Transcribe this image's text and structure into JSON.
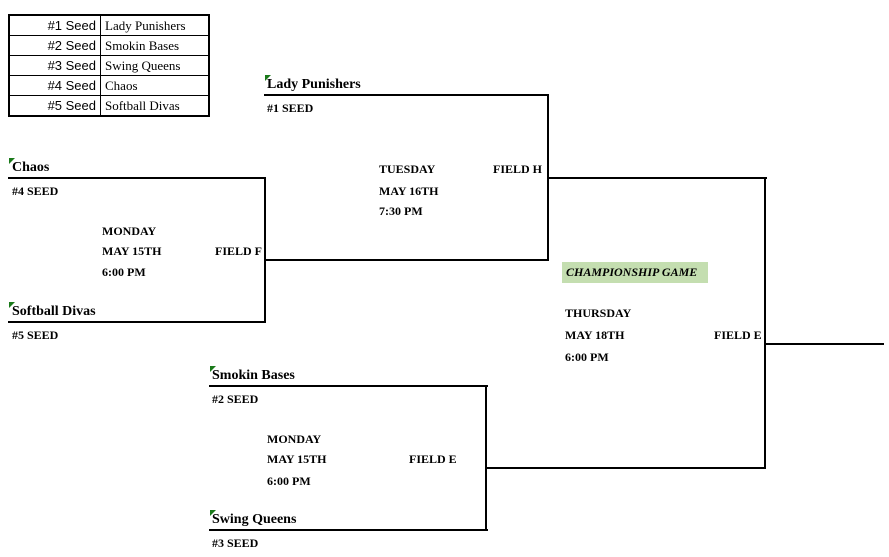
{
  "seed_table": [
    {
      "seed": "#1 Seed",
      "team": "Lady Punishers"
    },
    {
      "seed": "#2 Seed",
      "team": "Smokin Bases"
    },
    {
      "seed": "#3 Seed",
      "team": "Swing Queens"
    },
    {
      "seed": "#4 Seed",
      "team": "Chaos"
    },
    {
      "seed": "#5 Seed",
      "team": "Softball Divas"
    }
  ],
  "bracket": {
    "game1": {
      "team_a": "Chaos",
      "seed_a": "#4 SEED",
      "team_b": "Softball Divas",
      "seed_b": "#5 SEED",
      "day": "MONDAY",
      "date": "MAY 15TH",
      "time": "6:00 PM",
      "field": "FIELD F"
    },
    "game2": {
      "team_a": "Smokin Bases",
      "seed_a": "#2 SEED",
      "team_b": "Swing Queens",
      "seed_b": "#3 SEED",
      "day": "MONDAY",
      "date": "MAY 15TH",
      "time": "6:00 PM",
      "field": "FIELD E"
    },
    "game3": {
      "team_a": "Lady Punishers",
      "seed_a": "#1 SEED",
      "day": "TUESDAY",
      "date": "MAY 16TH",
      "time": "7:30 PM",
      "field": "FIELD H"
    },
    "final": {
      "label": "CHAMPIONSHIP GAME",
      "day": "THURSDAY",
      "date": "MAY 18TH",
      "time": "6:00 PM",
      "field": "FIELD E"
    }
  },
  "colors": {
    "flag": "#1a7a1a",
    "champ_highlight": "#c4deb0"
  }
}
